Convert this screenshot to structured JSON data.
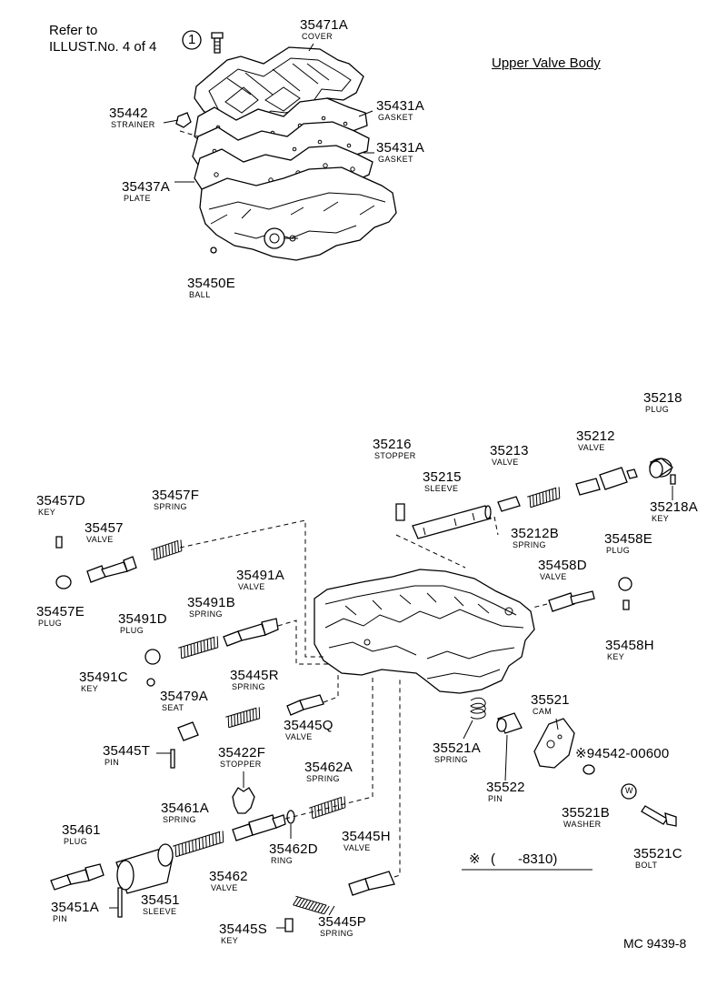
{
  "header": {
    "refer_line1": "Refer to",
    "refer_line2": "ILLUST.No. 4 of 4",
    "circle_number": "1",
    "title": "Upper Valve Body"
  },
  "parts": [
    {
      "id": "p35471A",
      "number": "35471A",
      "name": "COVER"
    },
    {
      "id": "p35442",
      "number": "35442",
      "name": "STRAINER"
    },
    {
      "id": "p35431A1",
      "number": "35431A",
      "name": "GASKET"
    },
    {
      "id": "p35431A2",
      "number": "35431A",
      "name": "GASKET"
    },
    {
      "id": "p35437A",
      "number": "35437A",
      "name": "PLATE"
    },
    {
      "id": "p35450E",
      "number": "35450E",
      "name": "BALL"
    },
    {
      "id": "p35218",
      "number": "35218",
      "name": "PLUG"
    },
    {
      "id": "p35216",
      "number": "35216",
      "name": "STOPPER"
    },
    {
      "id": "p35213",
      "number": "35213",
      "name": "VALVE"
    },
    {
      "id": "p35212",
      "number": "35212",
      "name": "VALVE"
    },
    {
      "id": "p35215",
      "number": "35215",
      "name": "SLEEVE"
    },
    {
      "id": "p35218A",
      "number": "35218A",
      "name": "KEY"
    },
    {
      "id": "p35212B",
      "number": "35212B",
      "name": "SPRING"
    },
    {
      "id": "p35457D",
      "number": "35457D",
      "name": "KEY"
    },
    {
      "id": "p35457F",
      "number": "35457F",
      "name": "SPRING"
    },
    {
      "id": "p35457",
      "number": "35457",
      "name": "VALVE"
    },
    {
      "id": "p35458E",
      "number": "35458E",
      "name": "PLUG"
    },
    {
      "id": "p35458D",
      "number": "35458D",
      "name": "VALVE"
    },
    {
      "id": "p35457E",
      "number": "35457E",
      "name": "PLUG"
    },
    {
      "id": "p35491A",
      "number": "35491A",
      "name": "VALVE"
    },
    {
      "id": "p35491B",
      "number": "35491B",
      "name": "SPRING"
    },
    {
      "id": "p35491D",
      "number": "35491D",
      "name": "PLUG"
    },
    {
      "id": "p35458H",
      "number": "35458H",
      "name": "KEY"
    },
    {
      "id": "p35491C",
      "number": "35491C",
      "name": "KEY"
    },
    {
      "id": "p35445R",
      "number": "35445R",
      "name": "SPRING"
    },
    {
      "id": "p35479A",
      "number": "35479A",
      "name": "SEAT"
    },
    {
      "id": "p35521",
      "number": "35521",
      "name": "CAM"
    },
    {
      "id": "p35445Q",
      "number": "35445Q",
      "name": "VALVE"
    },
    {
      "id": "p35521A",
      "number": "35521A",
      "name": "SPRING"
    },
    {
      "id": "p35445T",
      "number": "35445T",
      "name": "PIN"
    },
    {
      "id": "p35422F",
      "number": "35422F",
      "name": "STOPPER"
    },
    {
      "id": "p94542",
      "number": "※94542-00600",
      "name": ""
    },
    {
      "id": "p35462A",
      "number": "35462A",
      "name": "SPRING"
    },
    {
      "id": "p35522",
      "number": "35522",
      "name": "PIN"
    },
    {
      "id": "p35461A",
      "number": "35461A",
      "name": "SPRING"
    },
    {
      "id": "p35521B",
      "number": "35521B",
      "name": "WASHER"
    },
    {
      "id": "p35461",
      "number": "35461",
      "name": "PLUG"
    },
    {
      "id": "p35445H",
      "number": "35445H",
      "name": "VALVE"
    },
    {
      "id": "p35462D",
      "number": "35462D",
      "name": "RING"
    },
    {
      "id": "p35521C",
      "number": "35521C",
      "name": "BOLT"
    },
    {
      "id": "p35462",
      "number": "35462",
      "name": "VALVE"
    },
    {
      "id": "p35451A",
      "number": "35451A",
      "name": "PIN"
    },
    {
      "id": "p35451",
      "number": "35451",
      "name": "SLEEVE"
    },
    {
      "id": "p35445S",
      "number": "35445S",
      "name": "KEY"
    },
    {
      "id": "p35445P",
      "number": "35445P",
      "name": "SPRING"
    }
  ],
  "footnote": {
    "symbol": "※",
    "text": "(      -8310)",
    "w_symbol": "W"
  },
  "footer": {
    "code": "MC 9439-8"
  }
}
